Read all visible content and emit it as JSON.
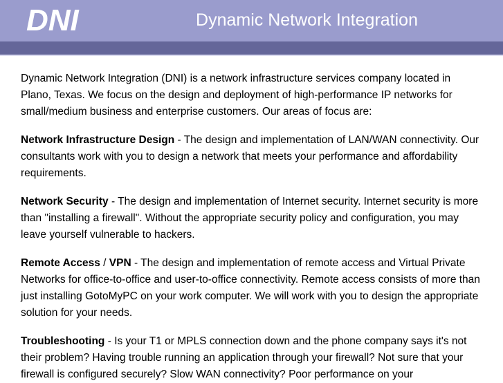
{
  "header": {
    "logo_text": "DNI",
    "title": "Dynamic Network Integration",
    "bg_color": "#9a9ccd",
    "accent_bar_color": "#646699",
    "accent_bar_edge_color": "#dcdcf0",
    "text_color": "#ffffff"
  },
  "content": {
    "intro": "Dynamic Network Integration (DNI) is a network infrastructure services company located in Plano, Texas. We focus on the design and deployment of high-performance IP networks for small/medium business and enterprise customers. Our areas of focus are:",
    "sections": [
      {
        "heading": "Network Infrastructure Design",
        "sep": " - ",
        "body": "The design and implementation of LAN/WAN connectivity. Our consultants work with you to design a network that meets your performance and affordability requirements."
      },
      {
        "heading": "Network Security",
        "sep": " - ",
        "body": "The design and implementation of Internet security. Internet security is more than \"installing a firewall\". Without the appropriate security policy and configuration, you may leave yourself vulnerable to hackers."
      },
      {
        "heading": "Remote Access",
        "mid": " / ",
        "heading2": "VPN",
        "sep": " - ",
        "body": "The design and implementation of remote access and Virtual Private Networks for office-to-office and user-to-office connectivity. Remote access consists of more than just installing GotoMyPC on your work computer. We will work with you to design the appropriate solution for your needs."
      },
      {
        "heading": "Troubleshooting",
        "sep": " - ",
        "body": "Is your T1 or MPLS connection down and the phone company says it's not their problem? Having trouble running an application through your firewall? Not sure that your firewall is configured securely? Slow WAN connectivity? Poor performance on your"
      }
    ]
  }
}
